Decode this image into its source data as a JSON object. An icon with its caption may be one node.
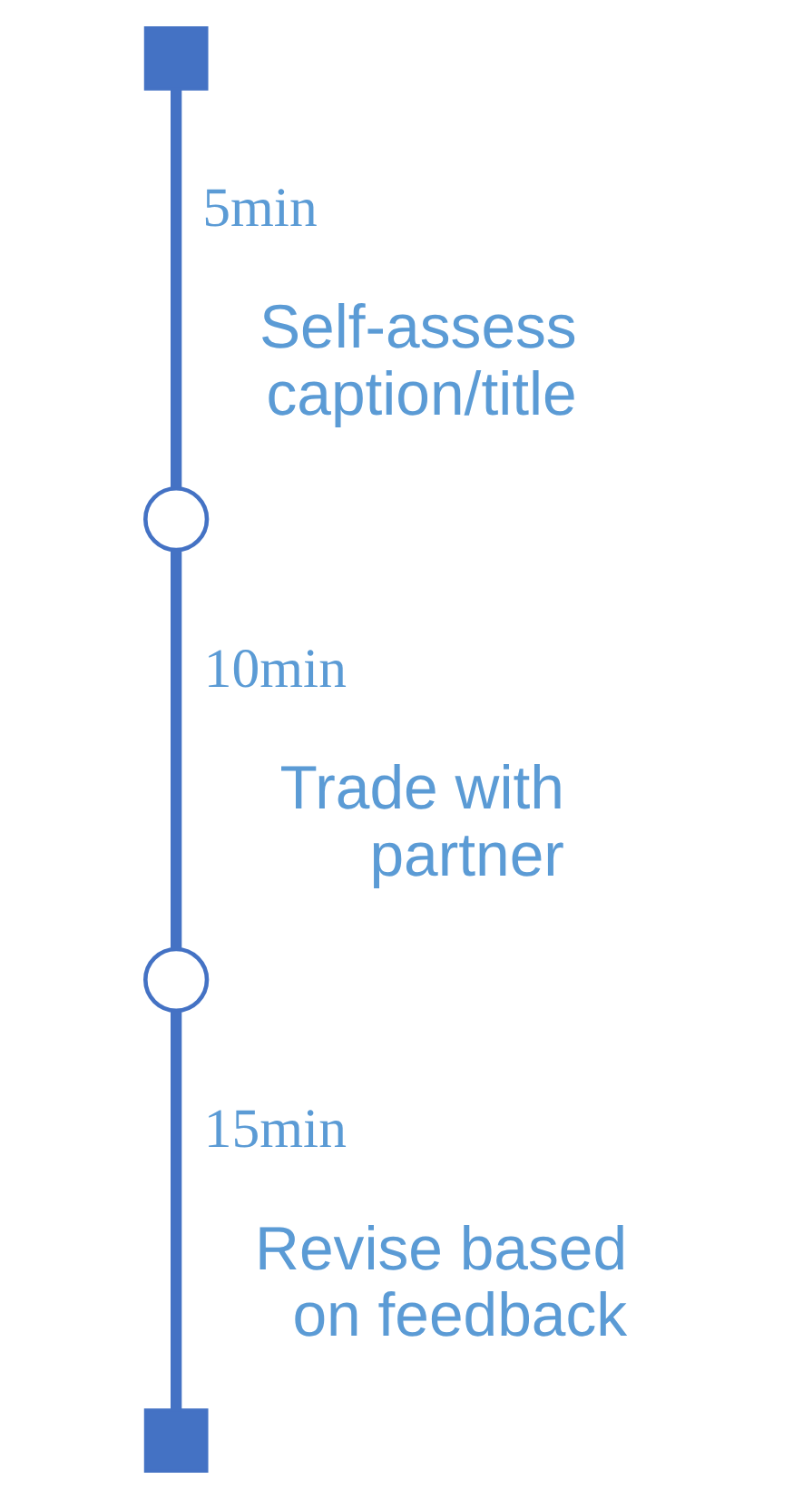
{
  "diagram": {
    "nodes": [
      {
        "text": [],
        "shape": "box"
      },
      {
        "text": [],
        "shape": "circle"
      },
      {
        "text": [],
        "shape": "circle"
      },
      {
        "text": [],
        "shape": "box"
      }
    ],
    "edges": [
      {
        "from": 0,
        "to": 1,
        "arrow": "none",
        "label": "5min"
      },
      {
        "from": 1,
        "to": 2,
        "arrow": "none",
        "label": "10min"
      },
      {
        "from": 2,
        "to": 3,
        "arrow": "none",
        "label": "15min"
      }
    ],
    "labels": [
      "Self-assess caption/title",
      "Trade with partner",
      "Revise based on feedback"
    ]
  }
}
